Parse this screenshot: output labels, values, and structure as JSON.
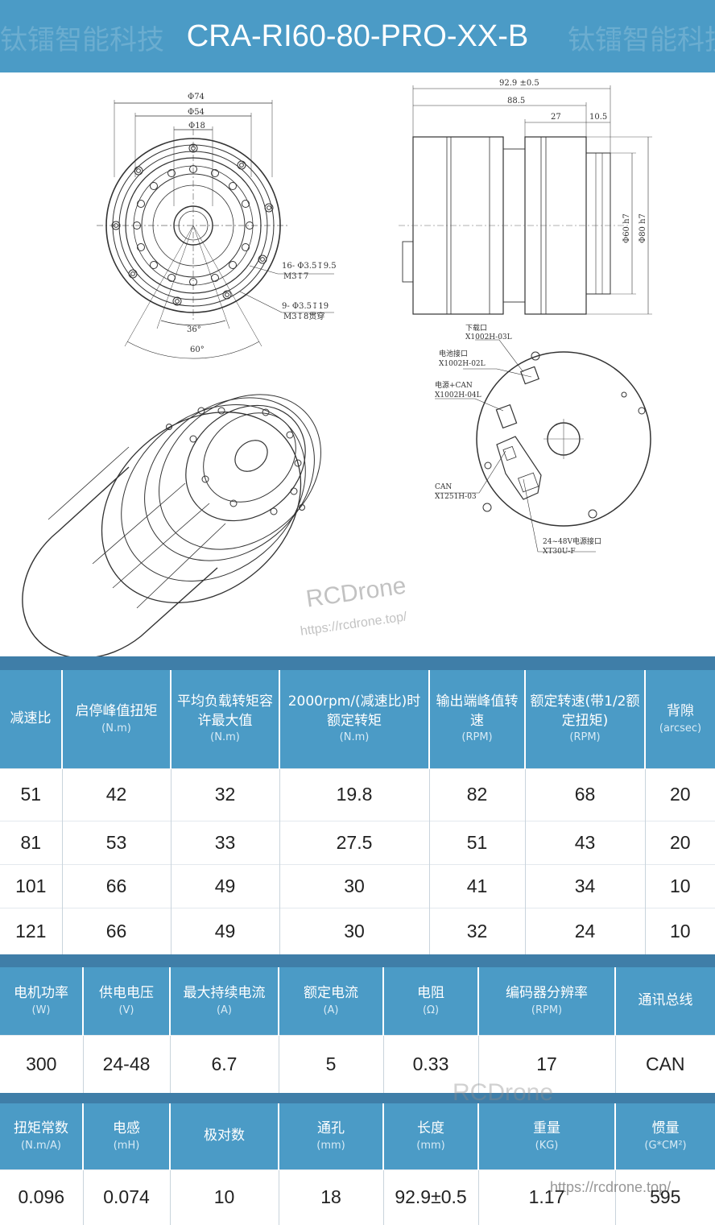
{
  "header": {
    "title": "CRA-RI60-80-PRO-XX-B",
    "watermark": "钛镭智能科技"
  },
  "watermark": {
    "brand": "RCDrone",
    "url": "https://rcdrone.top/"
  },
  "drawing": {
    "front_dims": [
      "Φ74",
      "Φ54",
      "Φ18"
    ],
    "hole_note_1a": "16- Φ3.5↧9.5",
    "hole_note_1b": "M3↧7",
    "hole_note_2a": "9- Φ3.5↧19",
    "hole_note_2b": "M3↧8贯穿",
    "angle_36": "36°",
    "angle_60": "60°",
    "side_len_total": "92.9 ±0.5",
    "side_len_885": "88.5",
    "side_len_27": "27",
    "side_len_105": "10.5",
    "side_dia_60": "Φ60 h7",
    "side_dia_80": "Φ80 h7",
    "conn_download_a": "下载口",
    "conn_download_b": "X1002H-03L",
    "conn_battery_a": "电池接口",
    "conn_battery_b": "X1002H-02L",
    "conn_power_can_a": "电源+CAN",
    "conn_power_can_b": "X1002H-04L",
    "conn_can_a": "CAN",
    "conn_can_b": "X1251H-03",
    "conn_supply_a": "24~48V电源接口",
    "conn_supply_b": "XT30U-F"
  },
  "table1": {
    "headers": [
      {
        "label": "减速比",
        "unit": ""
      },
      {
        "label": "启停峰值扭矩",
        "unit": "(N.m)"
      },
      {
        "label": "平均负载转矩容许最大值",
        "unit": "(N.m)"
      },
      {
        "label": "2000rpm/(减速比)时额定转矩",
        "unit": "(N.m)"
      },
      {
        "label": "输出端峰值转速",
        "unit": "(RPM)"
      },
      {
        "label": "额定转速(带1/2额定扭矩)",
        "unit": "(RPM)"
      },
      {
        "label": "背隙",
        "unit": "(arcsec)"
      }
    ],
    "rows": [
      [
        "51",
        "42",
        "32",
        "19.8",
        "82",
        "68",
        "20"
      ],
      [
        "81",
        "53",
        "33",
        "27.5",
        "51",
        "43",
        "20"
      ],
      [
        "101",
        "66",
        "49",
        "30",
        "41",
        "34",
        "10"
      ],
      [
        "121",
        "66",
        "49",
        "30",
        "32",
        "24",
        "10"
      ]
    ]
  },
  "table2": {
    "headers": [
      {
        "label": "电机功率",
        "unit": "(W)"
      },
      {
        "label": "供电电压",
        "unit": "(V)"
      },
      {
        "label": "最大持续电流",
        "unit": "(A)"
      },
      {
        "label": "额定电流",
        "unit": "(A)"
      },
      {
        "label": "电阻",
        "unit": "(Ω)"
      },
      {
        "label": "编码器分辨率",
        "unit": "(RPM)"
      },
      {
        "label": "通讯总线",
        "unit": ""
      }
    ],
    "rows": [
      [
        "300",
        "24-48",
        "6.7",
        "5",
        "0.33",
        "17",
        "CAN"
      ]
    ]
  },
  "table3": {
    "headers": [
      {
        "label": "扭矩常数",
        "unit": "(N.m/A)"
      },
      {
        "label": "电感",
        "unit": "(mH)"
      },
      {
        "label": "极对数",
        "unit": ""
      },
      {
        "label": "通孔",
        "unit": "(mm)"
      },
      {
        "label": "长度",
        "unit": "(mm)"
      },
      {
        "label": "重量",
        "unit": "(KG)"
      },
      {
        "label": "惯量",
        "unit": "(G*CM²)"
      }
    ],
    "rows": [
      [
        "0.096",
        "0.074",
        "10",
        "18",
        "92.9±0.5",
        "1.17",
        "595"
      ]
    ]
  },
  "colors": {
    "header_blue": "#4b9bc6",
    "separator": "#3f7ea8"
  }
}
